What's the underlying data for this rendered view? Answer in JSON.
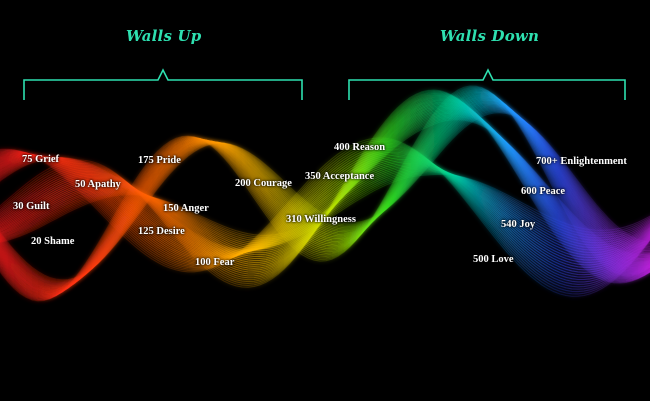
{
  "headers": {
    "walls_up": "Walls Up",
    "walls_down": "Walls Down",
    "color": "#2ee0b0"
  },
  "levels": [
    {
      "label": "75 Grief"
    },
    {
      "label": "30 Guilt"
    },
    {
      "label": "20 Shame"
    },
    {
      "label": "50 Apathy"
    },
    {
      "label": "175 Pride"
    },
    {
      "label": "150 Anger"
    },
    {
      "label": "125 Desire"
    },
    {
      "label": "100 Fear"
    },
    {
      "label": "200 Courage"
    },
    {
      "label": "310 Willingness"
    },
    {
      "label": "350 Acceptance"
    },
    {
      "label": "400 Reason"
    },
    {
      "label": "500 Love"
    },
    {
      "label": "540 Joy"
    },
    {
      "label": "600 Peace"
    },
    {
      "label": "700+ Enlightenment"
    }
  ],
  "colors": {
    "background": "#000000",
    "spectrum": [
      "#ff1a1a",
      "#ff6a00",
      "#ffb000",
      "#ffe000",
      "#8cff00",
      "#00e040",
      "#00c8c8",
      "#1e8cff",
      "#3c3cff",
      "#8a2be2",
      "#c020e0"
    ]
  }
}
